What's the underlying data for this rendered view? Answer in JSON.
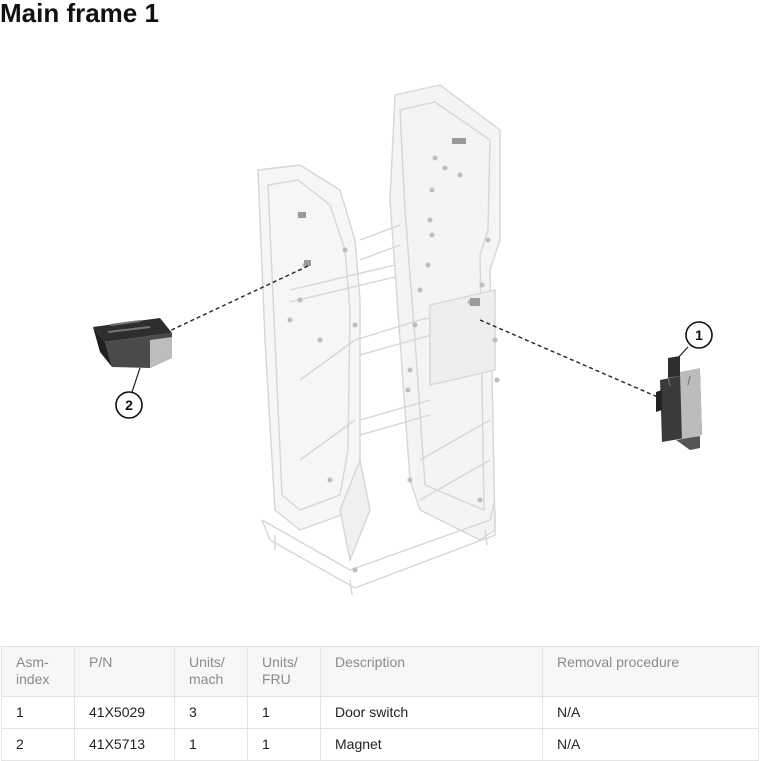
{
  "page": {
    "title": "Main frame 1"
  },
  "figure": {
    "callouts": [
      "1",
      "2"
    ]
  },
  "table": {
    "headers": {
      "asm_index": "Asm-\nindex",
      "pn": "P/N",
      "units_mach": "Units/\nmach",
      "units_fru": "Units/\nFRU",
      "description": "Description",
      "removal": "Removal procedure"
    },
    "rows": [
      {
        "asm_index": "1",
        "pn": "41X5029",
        "units_mach": "3",
        "units_fru": "1",
        "description": "Door switch",
        "removal": "N/A"
      },
      {
        "asm_index": "2",
        "pn": "41X5713",
        "units_mach": "1",
        "units_fru": "1",
        "description": "Magnet",
        "removal": "N/A"
      }
    ]
  },
  "colors": {
    "frame_stroke": "#d8d8d8",
    "part_dark": "#3a3a3a",
    "header_bg": "#f7f7f7",
    "header_text": "#8a8a8a",
    "border": "#e4e4e4"
  }
}
